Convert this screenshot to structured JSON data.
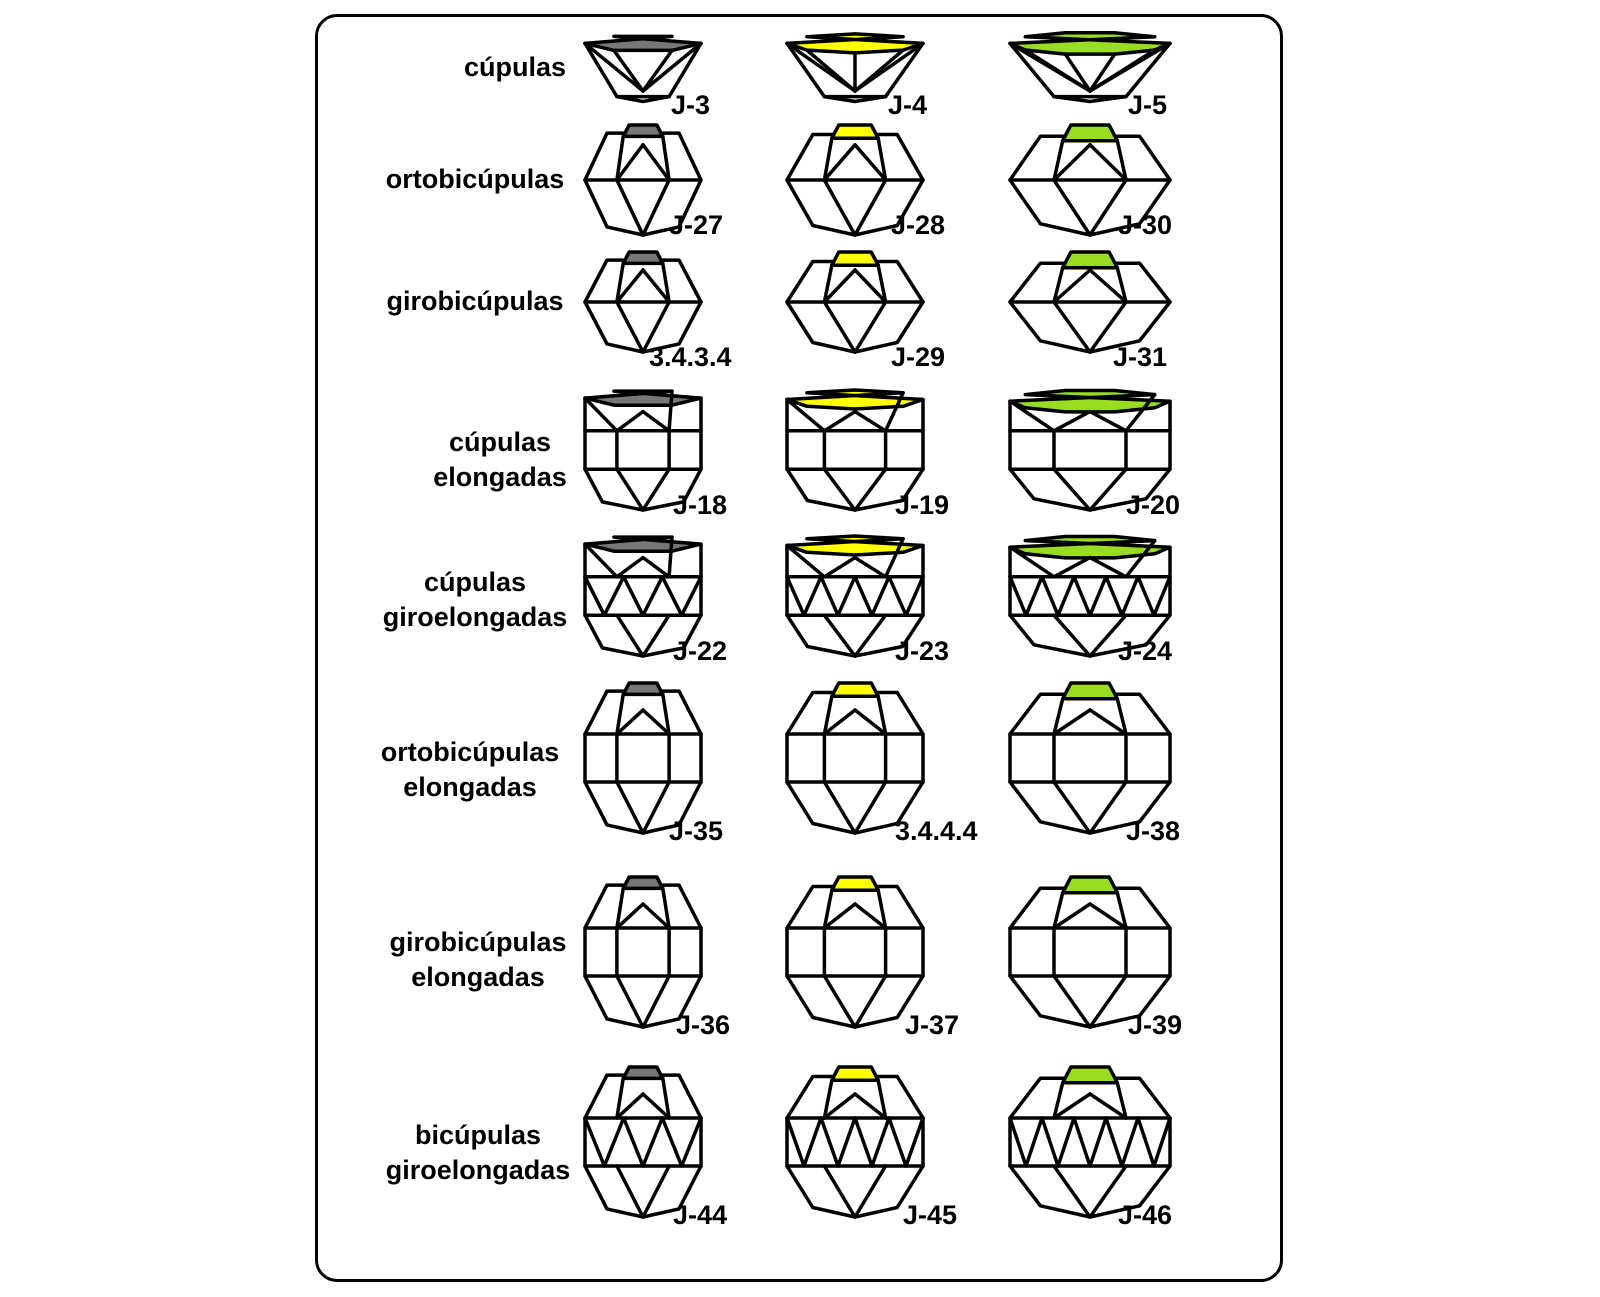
{
  "colors": {
    "square": "#777777",
    "pentagon": "#ffff00",
    "decagon": "#99dd22",
    "edge": "#000000",
    "face": "#ffffff"
  },
  "families": [
    {
      "label_lines": [
        "cúpulas"
      ],
      "shape": "cupola",
      "solids": [
        {
          "code": "J-3",
          "top_color": "#777777"
        },
        {
          "code": "J-4",
          "top_color": "#ffff00"
        },
        {
          "code": "J-5",
          "top_color": "#99dd22"
        }
      ]
    },
    {
      "label_lines": [
        "ortobicúpulas"
      ],
      "shape": "orthobicupola",
      "solids": [
        {
          "code": "J-27",
          "top_color": "#777777"
        },
        {
          "code": "J-28",
          "top_color": "#ffff00"
        },
        {
          "code": "J-30",
          "top_color": "#99dd22"
        }
      ]
    },
    {
      "label_lines": [
        "girobicúpulas"
      ],
      "shape": "gyrobicupola",
      "solids": [
        {
          "code": "3.4.3.4",
          "top_color": "#777777"
        },
        {
          "code": "J-29",
          "top_color": "#ffff00"
        },
        {
          "code": "J-31",
          "top_color": "#99dd22"
        }
      ]
    },
    {
      "label_lines": [
        "cúpulas",
        "elongadas"
      ],
      "shape": "elongated",
      "solids": [
        {
          "code": "J-18",
          "top_color": "#777777"
        },
        {
          "code": "J-19",
          "top_color": "#ffff00"
        },
        {
          "code": "J-20",
          "top_color": "#99dd22"
        }
      ]
    },
    {
      "label_lines": [
        "cúpulas",
        "giroelongadas"
      ],
      "shape": "gyroelongated",
      "solids": [
        {
          "code": "J-22",
          "top_color": "#777777"
        },
        {
          "code": "J-23",
          "top_color": "#ffff00"
        },
        {
          "code": "J-24",
          "top_color": "#99dd22"
        }
      ]
    },
    {
      "label_lines": [
        "ortobicúpulas",
        "elongadas"
      ],
      "shape": "elongated-bicupola",
      "solids": [
        {
          "code": "J-35",
          "top_color": "#777777"
        },
        {
          "code": "3.4.4.4",
          "top_color": "#ffff00"
        },
        {
          "code": "J-38",
          "top_color": "#99dd22"
        }
      ]
    },
    {
      "label_lines": [
        "girobicúpulas",
        "elongadas"
      ],
      "shape": "elongated-gyrobicupola",
      "solids": [
        {
          "code": "J-36",
          "top_color": "#777777"
        },
        {
          "code": "J-37",
          "top_color": "#ffff00"
        },
        {
          "code": "J-39",
          "top_color": "#99dd22"
        }
      ]
    },
    {
      "label_lines": [
        "bicúpulas",
        "giroelongadas"
      ],
      "shape": "gyroelongated-bicupola",
      "solids": [
        {
          "code": "J-44",
          "top_color": "#777777"
        },
        {
          "code": "J-45",
          "top_color": "#ffff00"
        },
        {
          "code": "J-46",
          "top_color": "#99dd22"
        }
      ]
    }
  ]
}
